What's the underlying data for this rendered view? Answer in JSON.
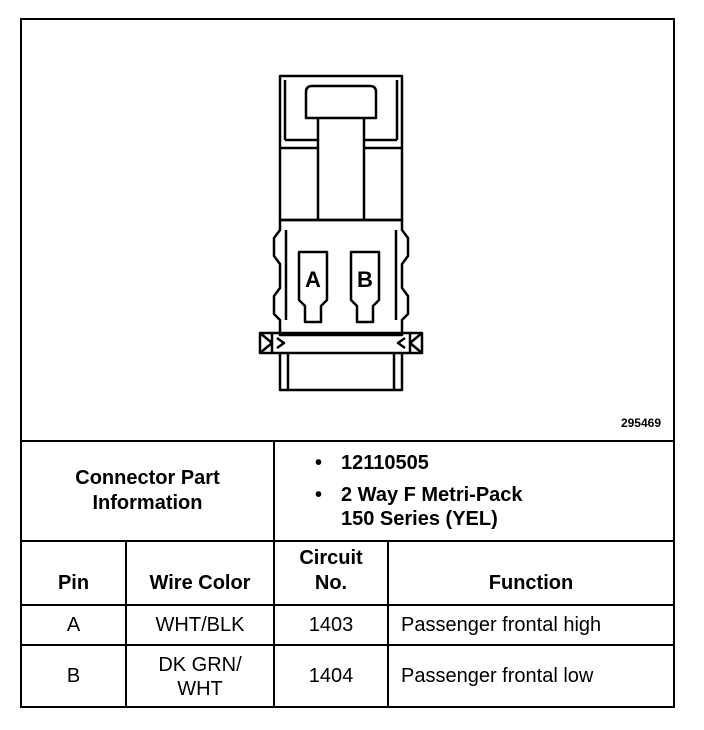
{
  "figure": {
    "number": "295469",
    "pin_labels": [
      "A",
      "B"
    ]
  },
  "info": {
    "label_line1": "Connector Part",
    "label_line2": "Information",
    "items": [
      {
        "bullet": "•",
        "lines": [
          "12110505"
        ]
      },
      {
        "bullet": "•",
        "lines": [
          "2 Way F Metri-Pack",
          "150 Series (YEL)"
        ]
      }
    ]
  },
  "headers": {
    "pin": "Pin",
    "wire_color": "Wire Color",
    "circuit_line1": "Circuit",
    "circuit_line2": "No.",
    "function": "Function"
  },
  "rows": [
    {
      "pin": "A",
      "wire_color_line1": "WHT/BLK",
      "wire_color_line2": "",
      "circuit": "1403",
      "function": "Passenger frontal high"
    },
    {
      "pin": "B",
      "wire_color_line1": "DK GRN/",
      "wire_color_line2": "WHT",
      "circuit": "1404",
      "function": "Passenger frontal low"
    }
  ]
}
